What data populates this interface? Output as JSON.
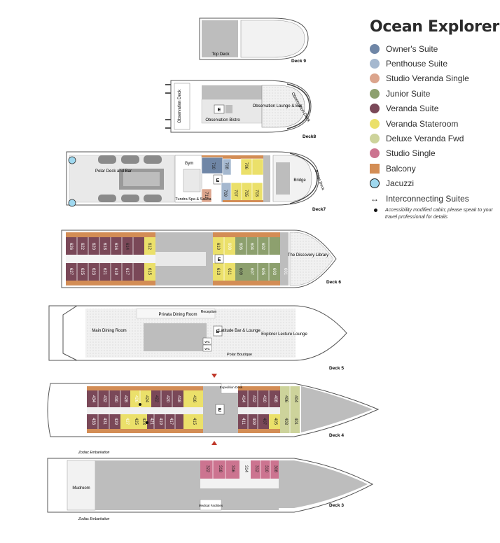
{
  "title": "Ocean Explorer",
  "legend": [
    {
      "label": "Owner's Suite",
      "color": "#6f86a6",
      "shape": "circle"
    },
    {
      "label": "Penthouse Suite",
      "color": "#a5b8cf",
      "shape": "circle"
    },
    {
      "label": "Studio Veranda Single",
      "color": "#dba48c",
      "shape": "circle"
    },
    {
      "label": "Junior Suite",
      "color": "#8da06e",
      "shape": "circle"
    },
    {
      "label": "Veranda Suite",
      "color": "#7a4858",
      "shape": "circle"
    },
    {
      "label": "Veranda Stateroom",
      "color": "#ebe06a",
      "shape": "circle"
    },
    {
      "label": "Deluxe Veranda Fwd",
      "color": "#cdd39b",
      "shape": "circle"
    },
    {
      "label": "Studio Single",
      "color": "#cc7490",
      "shape": "circle"
    },
    {
      "label": "Balcony",
      "color": "#d38d55",
      "shape": "square"
    },
    {
      "label": "Jacuzzi",
      "color": "#9fd8ef",
      "shape": "ring"
    },
    {
      "label": "Interconnecting Suites",
      "color": "#222222",
      "shape": "arrow"
    }
  ],
  "accessibility_note": "Accessibility modified cabin; please speak to your travel professional for details",
  "decks": {
    "deck9": {
      "name": "Deck 9",
      "rooms": [
        "Top Deck"
      ]
    },
    "deck8": {
      "name": "Deck8",
      "rooms": [
        "Observation Deck",
        "Observation Bistro",
        "Observation Lounge & Bar",
        "Observation Deck",
        "E"
      ]
    },
    "deck7": {
      "name": "Deck7",
      "rooms": [
        "Polar Deck and Bar",
        "Gym",
        "Tundra Spa & Sauna",
        "Bridge",
        "Bridge Deck",
        "E"
      ],
      "cabins": [
        "710",
        "708",
        "706",
        "711",
        "709",
        "707",
        "705",
        "703"
      ]
    },
    "deck6": {
      "name": "Deck 6",
      "rooms": [
        "The Discovery Library",
        "E"
      ],
      "cabins": [
        "626",
        "622",
        "620",
        "618",
        "616",
        "614",
        "612",
        "610",
        "608",
        "606",
        "604",
        "602",
        "627",
        "625",
        "623",
        "621",
        "619",
        "617",
        "615",
        "613",
        "611",
        "609",
        "607",
        "605",
        "603",
        "601"
      ]
    },
    "deck5": {
      "name": "Deck 5",
      "rooms": [
        "Main Dining Room",
        "Privata Dining Room",
        "Reception",
        "Latitude Bar & Lounge",
        "Polar Boutique",
        "Explorer Lecture Lounge",
        "WC",
        "WC",
        "E"
      ]
    },
    "deck4": {
      "name": "Deck 4",
      "rooms": [
        "Expedition Desk",
        "E"
      ],
      "cabins": [
        "434",
        "432",
        "430",
        "428",
        "426",
        "424",
        "422",
        "420",
        "418",
        "416",
        "414",
        "412",
        "410",
        "408",
        "406",
        "404",
        "433",
        "431",
        "429",
        "427",
        "425",
        "423",
        "421",
        "419",
        "417",
        "415",
        "411",
        "409",
        "407",
        "405",
        "403",
        "401"
      ]
    },
    "deck3": {
      "name": "Deck 3",
      "rooms": [
        "Mudroom",
        "Zodiac Embarkation",
        "Zodiac Embarkation",
        "Medical Facilities"
      ],
      "cabins": [
        "322",
        "318",
        "316",
        "314",
        "312",
        "310",
        "308"
      ]
    }
  }
}
